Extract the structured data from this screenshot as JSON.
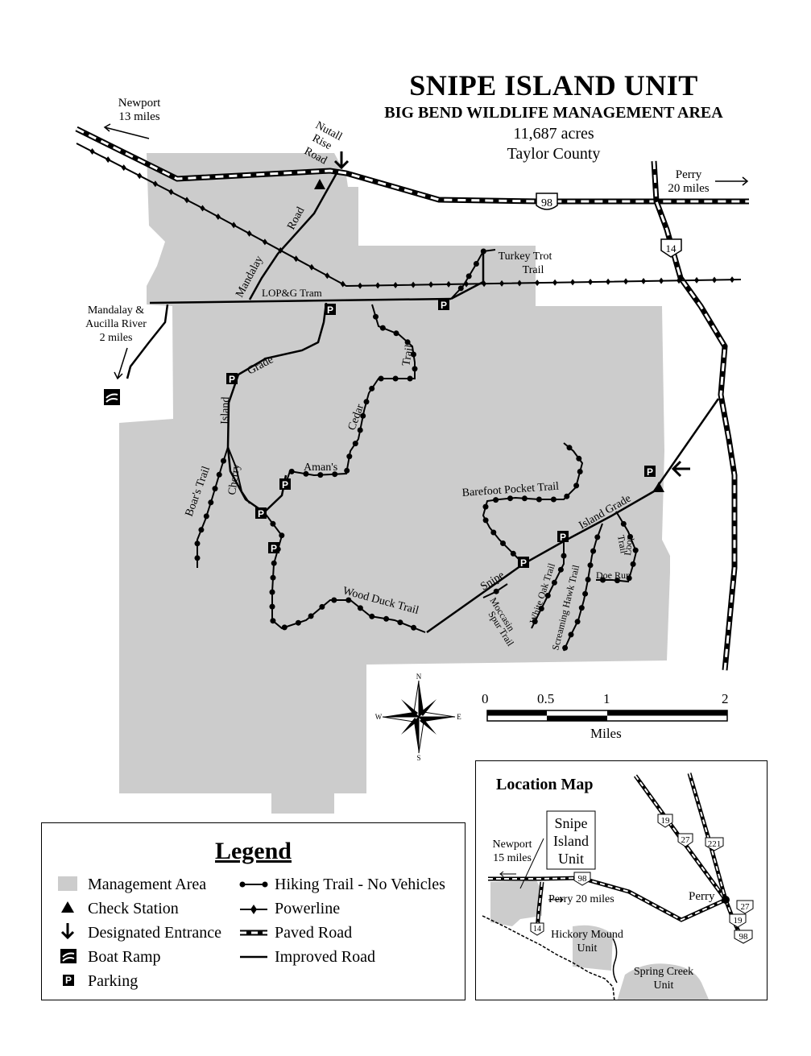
{
  "title": {
    "main": "SNIPE ISLAND UNIT",
    "sub": "BIG BEND WILDLIFE MANAGEMENT AREA",
    "acres": "11,687 acres",
    "county": "Taylor County"
  },
  "labels": {
    "newport_dir_1": "Newport",
    "newport_dir_2": "13 miles",
    "perry_dir_1": "Perry",
    "perry_dir_2": "20 miles",
    "nutall_1": "Nutall",
    "nutall_2": "Rise",
    "nutall_3": "Road",
    "mandalay_dir_1": "Mandalay &",
    "mandalay_dir_2": "Aucilla River",
    "mandalay_dir_3": "2 miles",
    "us98": "98",
    "sr14": "14",
    "turkey_trot_1": "Turkey Trot",
    "turkey_trot_2": "Trail",
    "lopg_tram": "LOP&G Tram",
    "mandalay_road_1": "Mandalay",
    "mandalay_road_2": "Road",
    "island_grade_w_1": "Island",
    "island_grade_w_2": "Grade",
    "cedar": "Cedar",
    "trail_vertical": "Trail",
    "amans": "Aman's",
    "cherry": "Cherry",
    "boars_trail": "Boar's Trail",
    "barefoot": "Barefoot Pocket Trail",
    "island_grade_e": "Island Grade",
    "snipe": "Snipe",
    "moccasin": "Moccasin",
    "spur_trail": "Spur Trail",
    "wood_duck": "Wood Duck Trail",
    "white_oak": "White Oak Trail",
    "screaming_hawk": "Screaming Hawk Trail",
    "doe_run": "Doe Run",
    "loop": "Loop",
    "trail_small": "Trail"
  },
  "compass": {
    "n": "N",
    "s": "S",
    "e": "E",
    "w": "W"
  },
  "scale": {
    "t0": "0",
    "t05": "0.5",
    "t1": "1",
    "t2": "2",
    "unit": "Miles"
  },
  "legend": {
    "title": "Legend",
    "management_area": "Management Area",
    "check_station": "Check Station",
    "designated_entrance": "Designated Entrance",
    "boat_ramp": "Boat Ramp",
    "parking": "Parking",
    "hiking_trail": "Hiking Trail - No Vehicles",
    "powerline": "Powerline",
    "paved_road": "Paved Road",
    "improved_road": "Improved Road",
    "parking_symbol": "P"
  },
  "location_map": {
    "title": "Location Map",
    "snipe_1": "Snipe",
    "snipe_2": "Island",
    "snipe_3": "Unit",
    "newport_1": "Newport",
    "newport_2": "15 miles",
    "perry_dist": "Perry 20 miles",
    "perry": "Perry",
    "hickory_1": "Hickory Mound",
    "hickory_2": "Unit",
    "spring_1": "Spring Creek",
    "spring_2": "Unit",
    "shield_19a": "19",
    "shield_27a": "27",
    "shield_221": "221",
    "shield_27b": "27",
    "shield_19b": "19",
    "shield_98b": "98",
    "shield_98": "98",
    "shield_14": "14"
  },
  "colors": {
    "management_area": "#cccccc",
    "ink": "#000000"
  }
}
